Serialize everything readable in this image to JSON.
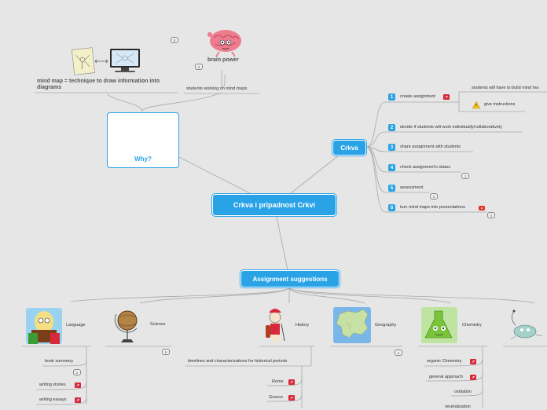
{
  "central": {
    "title": "Crkva i pripadnost Crkvi"
  },
  "why": {
    "title": "Why?",
    "definition": "mind map = technique to draw information into diagrams",
    "brain_power": "brain power",
    "students": "students working on mind maps",
    "badge_top": "5",
    "badge_brain": "3"
  },
  "crkva": {
    "title": "Crkva",
    "items": [
      {
        "n": "1",
        "label": "create assignment"
      },
      {
        "n": "2",
        "label": "decide if students will work individually/collaboratively"
      },
      {
        "n": "3",
        "label": "share assignment with students"
      },
      {
        "n": "4",
        "label": "check assignment's status"
      },
      {
        "n": "5",
        "label": "assessment"
      },
      {
        "n": "6",
        "label": "turn mind maps into presentations"
      }
    ],
    "sub_build": "students will have to build mind ma",
    "sub_instructions": "give instructions",
    "badges": [
      "1",
      "2",
      "4"
    ]
  },
  "assignments": {
    "title": "Assignment suggestions",
    "topics": [
      "Language",
      "Science",
      "History",
      "Geography",
      "Chemistry"
    ],
    "language_items": [
      "book summary",
      "writing stories",
      "writing essays"
    ],
    "language_badge": "2",
    "science_badge": "5",
    "geography_badge": "4",
    "history_item": "timelines and characterizations for historical periods",
    "history_sub": [
      "Rome",
      "Greece"
    ],
    "chemistry_items": [
      "organic Chemistry",
      "general approach",
      "oxidation",
      "neutralization"
    ]
  },
  "colors": {
    "accent": "#2aa3e6",
    "background": "#e6e6e6",
    "link": "#d8283b"
  }
}
